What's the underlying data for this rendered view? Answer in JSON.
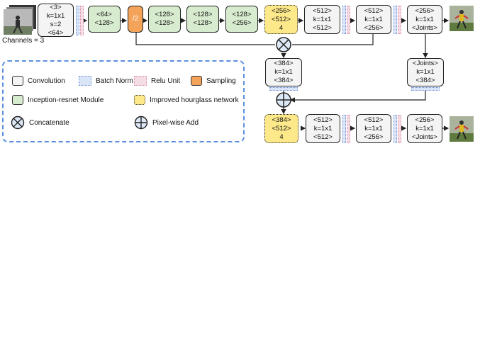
{
  "input_label": "Channels = 3",
  "blocks": {
    "b1": {
      "lines": [
        "<3>",
        "k=1x1",
        "s=2",
        "<64>"
      ]
    },
    "b2": {
      "lines": [
        "<64>",
        "<128>"
      ]
    },
    "b3": {
      "lines": [
        "/2"
      ]
    },
    "b4": {
      "lines": [
        "<128>",
        "<128>"
      ]
    },
    "b5": {
      "lines": [
        "<128>",
        "<128>"
      ]
    },
    "b6": {
      "lines": [
        "<128>",
        "<256>"
      ]
    },
    "b7": {
      "lines": [
        "<256>",
        "<512>",
        "4"
      ]
    },
    "b8": {
      "lines": [
        "<512>",
        "k=1x1",
        "<512>"
      ]
    },
    "b9": {
      "lines": [
        "<512>",
        "k=1x1",
        "<256>"
      ]
    },
    "b10": {
      "lines": [
        "<256>",
        "k=1x1",
        "<Joints>"
      ]
    },
    "m1": {
      "lines": [
        "<384>",
        "k=1x1",
        "<384>"
      ]
    },
    "m2": {
      "lines": [
        "<Joints>",
        "k=1x1",
        "<384>"
      ]
    },
    "c1": {
      "lines": [
        "<384>",
        "<512>",
        "4"
      ]
    },
    "c2": {
      "lines": [
        "<512>",
        "k=1x1",
        "<512>"
      ]
    },
    "c3": {
      "lines": [
        "<512>",
        "k=1x1",
        "<256>"
      ]
    },
    "c4": {
      "lines": [
        "<256>",
        "k=1x1",
        "<Joints>"
      ]
    }
  },
  "legend": {
    "convolution": "Convolution",
    "batch_norm": "Batch Norm",
    "relu": "Relu Unit",
    "sampling": "Sampling",
    "inception": "Inception-resnet Module",
    "hourglass": "Improved hourglass network",
    "concatenate": "Concatenate",
    "pixel_add": "Pixel-wise Add"
  },
  "colors": {
    "convolution": "#f4f4f4",
    "inception": "#d7ebcf",
    "sampling": "#f4a45a",
    "hourglass": "#fde88a",
    "batch_norm": "#dbe5f8",
    "relu": "#f5dde6",
    "legend_border": "#5b8fde"
  }
}
